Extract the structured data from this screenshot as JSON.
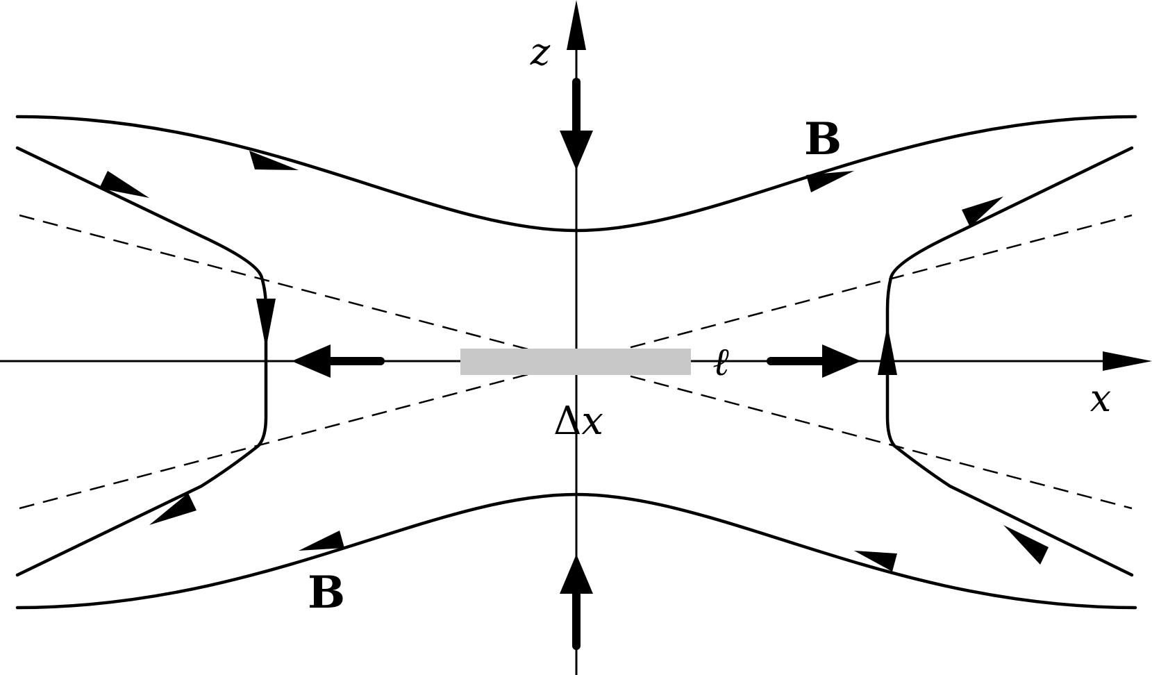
{
  "labels": {
    "z_axis": "z",
    "x_axis": "x",
    "field_top": "B",
    "field_bottom": "B",
    "sheet_length": "ℓ",
    "delta_symbol": "Δ",
    "delta_var": "x"
  },
  "colors": {
    "ink": "#000000",
    "current_sheet": "#c8c8c8",
    "background": "#ffffff"
  }
}
